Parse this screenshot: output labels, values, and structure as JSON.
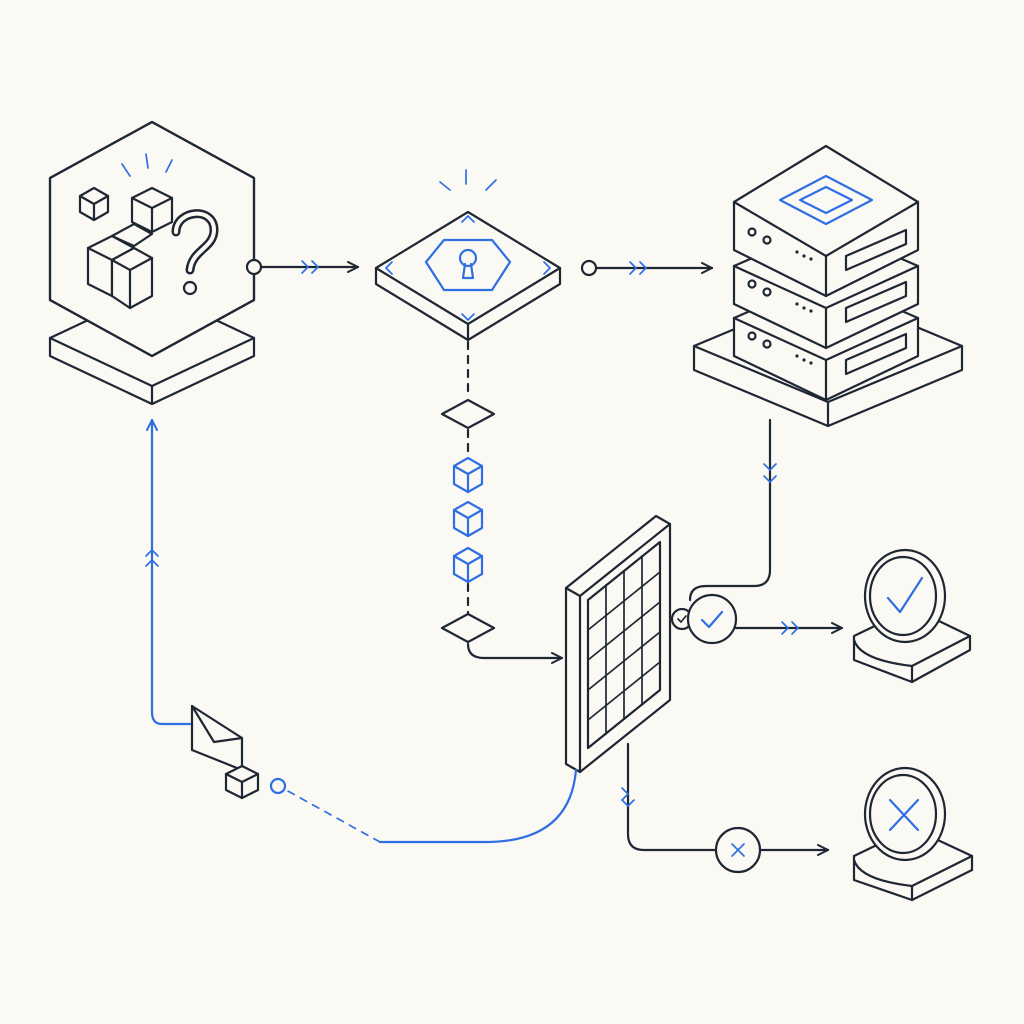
{
  "diagram": {
    "type": "isometric-flow",
    "colors": {
      "background": "#fbf9f3",
      "ink": "#1e2733",
      "accent": "#2f6fe4"
    },
    "nodes": [
      {
        "id": "unknown-input",
        "icon": "cubes-question-icon"
      },
      {
        "id": "auth-gate",
        "icon": "keyhole-icon"
      },
      {
        "id": "server-stack",
        "icon": "server-rack-icon"
      },
      {
        "id": "filter-panel",
        "icon": "grid-panel-icon"
      },
      {
        "id": "accepted",
        "icon": "check-icon"
      },
      {
        "id": "rejected",
        "icon": "x-icon"
      },
      {
        "id": "feedback-envelope",
        "icon": "envelope-icon"
      }
    ],
    "edges": [
      {
        "from": "unknown-input",
        "to": "auth-gate"
      },
      {
        "from": "auth-gate",
        "to": "server-stack"
      },
      {
        "from": "auth-gate",
        "to": "filter-panel"
      },
      {
        "from": "server-stack",
        "to": "filter-panel"
      },
      {
        "from": "filter-panel",
        "to": "accepted"
      },
      {
        "from": "filter-panel",
        "to": "rejected"
      },
      {
        "from": "filter-panel",
        "to": "feedback-envelope"
      },
      {
        "from": "feedback-envelope",
        "to": "unknown-input"
      }
    ]
  }
}
